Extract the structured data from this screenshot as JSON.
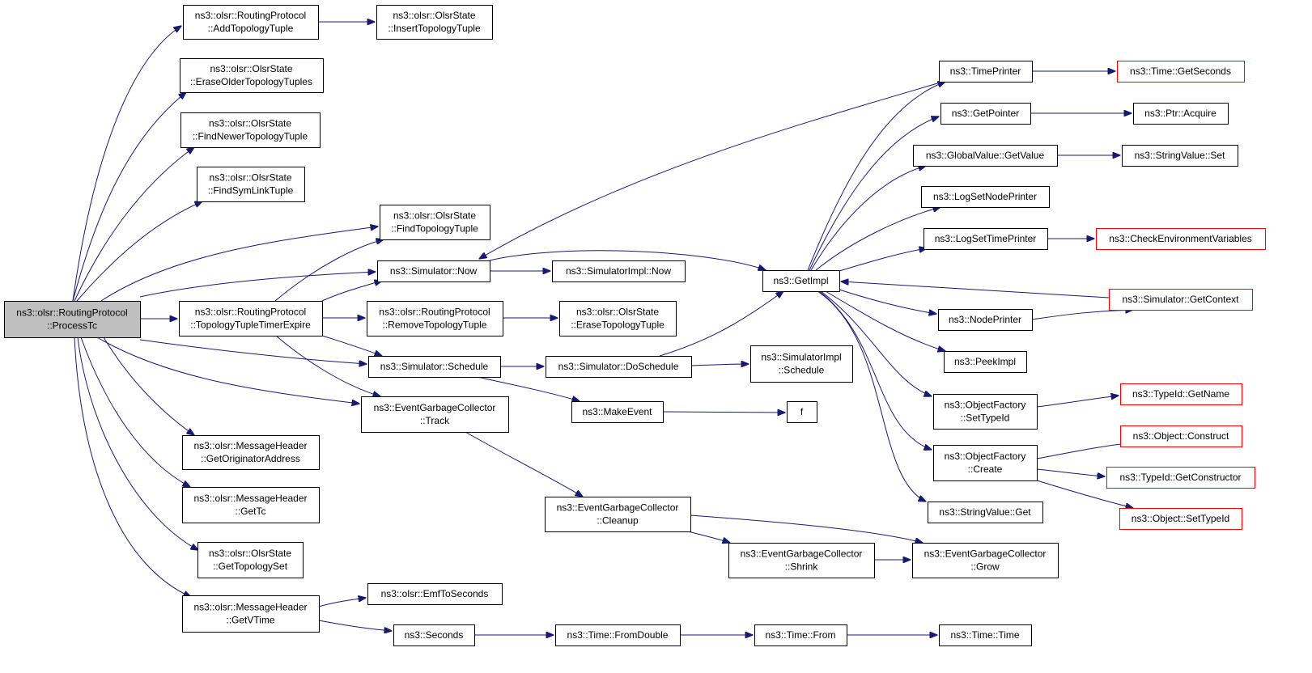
{
  "colors": {
    "edge": "#191970",
    "root_fill": "#bfbfbf",
    "missing_border": "#ff0000",
    "border": "#000000"
  },
  "nodes": {
    "root": {
      "lines": [
        "ns3::olsr::RoutingProtocol",
        "::ProcessTc"
      ]
    },
    "addTopo": {
      "lines": [
        "ns3::olsr::RoutingProtocol",
        "::AddTopologyTuple"
      ]
    },
    "insertTopo": {
      "lines": [
        "ns3::olsr::OlsrState",
        "::InsertTopologyTuple"
      ]
    },
    "eraseOlder": {
      "lines": [
        "ns3::olsr::OlsrState",
        "::EraseOlderTopologyTuples"
      ]
    },
    "findNewer": {
      "lines": [
        "ns3::olsr::OlsrState",
        "::FindNewerTopologyTuple"
      ]
    },
    "findSym": {
      "lines": [
        "ns3::olsr::OlsrState",
        "::FindSymLinkTuple"
      ]
    },
    "findTopo": {
      "lines": [
        "ns3::olsr::OlsrState",
        "::FindTopologyTuple"
      ]
    },
    "simNow": {
      "lines": [
        "ns3::Simulator::Now"
      ]
    },
    "simImplNow": {
      "lines": [
        "ns3::SimulatorImpl::Now"
      ]
    },
    "topoExpire": {
      "lines": [
        "ns3::olsr::RoutingProtocol",
        "::TopologyTupleTimerExpire"
      ]
    },
    "removeTopo": {
      "lines": [
        "ns3::olsr::RoutingProtocol",
        "::RemoveTopologyTuple"
      ]
    },
    "eraseTopo": {
      "lines": [
        "ns3::olsr::OlsrState",
        "::EraseTopologyTuple"
      ]
    },
    "simSchedule": {
      "lines": [
        "ns3::Simulator::Schedule"
      ]
    },
    "doSchedule": {
      "lines": [
        "ns3::Simulator::DoSchedule"
      ]
    },
    "implSchedule": {
      "lines": [
        "ns3::SimulatorImpl",
        "::Schedule"
      ]
    },
    "egcTrack": {
      "lines": [
        "ns3::EventGarbageCollector",
        "::Track"
      ]
    },
    "makeEvent": {
      "lines": [
        "ns3::MakeEvent"
      ]
    },
    "f": {
      "lines": [
        "f"
      ]
    },
    "egcCleanup": {
      "lines": [
        "ns3::EventGarbageCollector",
        "::Cleanup"
      ]
    },
    "egcShrink": {
      "lines": [
        "ns3::EventGarbageCollector",
        "::Shrink"
      ]
    },
    "egcGrow": {
      "lines": [
        "ns3::EventGarbageCollector",
        "::Grow"
      ]
    },
    "getOrig": {
      "lines": [
        "ns3::olsr::MessageHeader",
        "::GetOriginatorAddress"
      ]
    },
    "getTc": {
      "lines": [
        "ns3::olsr::MessageHeader",
        "::GetTc"
      ]
    },
    "getTopoSet": {
      "lines": [
        "ns3::olsr::OlsrState",
        "::GetTopologySet"
      ]
    },
    "getVTime": {
      "lines": [
        "ns3::olsr::MessageHeader",
        "::GetVTime"
      ]
    },
    "emf": {
      "lines": [
        "ns3::olsr::EmfToSeconds"
      ]
    },
    "seconds": {
      "lines": [
        "ns3::Seconds"
      ]
    },
    "fromDouble": {
      "lines": [
        "ns3::Time::FromDouble"
      ]
    },
    "timeFrom": {
      "lines": [
        "ns3::Time::From"
      ]
    },
    "timeTime": {
      "lines": [
        "ns3::Time::Time"
      ]
    },
    "getImpl": {
      "lines": [
        "ns3::GetImpl"
      ]
    },
    "timePrinter": {
      "lines": [
        "ns3::TimePrinter"
      ]
    },
    "getSeconds": {
      "lines": [
        "ns3::Time::GetSeconds"
      ]
    },
    "getPointer": {
      "lines": [
        "ns3::GetPointer"
      ]
    },
    "ptrAcquire": {
      "lines": [
        "ns3::Ptr::Acquire"
      ]
    },
    "gvGetValue": {
      "lines": [
        "ns3::GlobalValue::GetValue"
      ]
    },
    "svSet": {
      "lines": [
        "ns3::StringValue::Set"
      ]
    },
    "logNode": {
      "lines": [
        "ns3::LogSetNodePrinter"
      ]
    },
    "logTime": {
      "lines": [
        "ns3::LogSetTimePrinter"
      ]
    },
    "checkEnv": {
      "lines": [
        "ns3::CheckEnvironmentVariables"
      ]
    },
    "getContext": {
      "lines": [
        "ns3::Simulator::GetContext"
      ]
    },
    "nodePrinter": {
      "lines": [
        "ns3::NodePrinter"
      ]
    },
    "peekImpl": {
      "lines": [
        "ns3::PeekImpl"
      ]
    },
    "ofSetTypeId": {
      "lines": [
        "ns3::ObjectFactory",
        "::SetTypeId"
      ]
    },
    "typeIdGetName": {
      "lines": [
        "ns3::TypeId::GetName"
      ]
    },
    "ofCreate": {
      "lines": [
        "ns3::ObjectFactory",
        "::Create"
      ]
    },
    "objConstruct": {
      "lines": [
        "ns3::Object::Construct"
      ]
    },
    "typeIdGetCtor": {
      "lines": [
        "ns3::TypeId::GetConstructor"
      ]
    },
    "objSetTypeId": {
      "lines": [
        "ns3::Object::SetTypeId"
      ]
    },
    "svGet": {
      "lines": [
        "ns3::StringValue::Get"
      ]
    }
  }
}
